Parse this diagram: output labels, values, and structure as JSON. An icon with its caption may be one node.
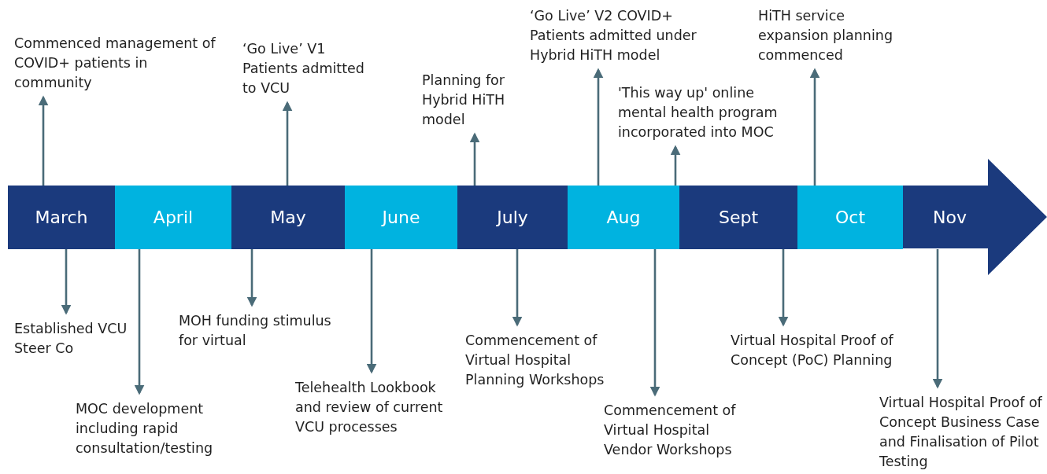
{
  "diagram": {
    "nodes": [
      {
        "text": [
          "March"
        ]
      },
      {
        "text": [
          "April"
        ]
      },
      {
        "text": [
          "May"
        ]
      },
      {
        "text": [
          "June"
        ]
      },
      {
        "text": [
          "July"
        ]
      },
      {
        "text": [
          "Aug"
        ]
      },
      {
        "text": [
          "Sept"
        ]
      },
      {
        "text": [
          "Oct"
        ]
      },
      {
        "text": [
          "Nov"
        ]
      },
      {
        "text": [
          "Commenced management of COVID+ patients in community"
        ]
      },
      {
        "text": [
          "‘Go Live’ V1 Patients admitted to VCU"
        ]
      },
      {
        "text": [
          "Planning for Hybrid HiTH model"
        ]
      },
      {
        "text": [
          "‘Go Live’ V2 COVID+ Patients admitted under Hybrid HiTH model"
        ]
      },
      {
        "text": [
          "'This way up' online mental health program incorporated into MOC"
        ]
      },
      {
        "text": [
          "HiTH service expansion planning commenced"
        ]
      },
      {
        "text": [
          "Established VCU Steer Co"
        ]
      },
      {
        "text": [
          "MOC development including rapid consultation/testing"
        ]
      },
      {
        "text": [
          "MOH funding stimulus for virtual"
        ]
      },
      {
        "text": [
          "Telehealth Lookbook and review of current VCU processes"
        ]
      },
      {
        "text": [
          "Commencement of Virtual Hospital Planning Workshops"
        ]
      },
      {
        "text": [
          "Commencement of Virtual Hospital Vendor Workshops"
        ]
      },
      {
        "text": [
          "Virtual Hospital Proof of Concept (PoC) Planning"
        ]
      },
      {
        "text": [
          "Virtual Hospital Proof of Concept Business Case and Finalisation of Pilot Testing"
        ]
      }
    ],
    "edges": [
      {
        "from": 0,
        "to": 9,
        "arrow": "to"
      },
      {
        "from": 2,
        "to": 10,
        "arrow": "to"
      },
      {
        "from": 4,
        "to": 11,
        "arrow": "to"
      },
      {
        "from": 5,
        "to": 12,
        "arrow": "to"
      },
      {
        "from": 5,
        "to": 13,
        "arrow": "to"
      },
      {
        "from": 7,
        "to": 14,
        "arrow": "to"
      },
      {
        "from": 0,
        "to": 15,
        "arrow": "to"
      },
      {
        "from": 1,
        "to": 16,
        "arrow": "to"
      },
      {
        "from": 2,
        "to": 17,
        "arrow": "to"
      },
      {
        "from": 3,
        "to": 18,
        "arrow": "to"
      },
      {
        "from": 4,
        "to": 19,
        "arrow": "to"
      },
      {
        "from": 5,
        "to": 20,
        "arrow": "to"
      },
      {
        "from": 6,
        "to": 21,
        "arrow": "to"
      },
      {
        "from": 8,
        "to": 22,
        "arrow": "to"
      }
    ]
  }
}
